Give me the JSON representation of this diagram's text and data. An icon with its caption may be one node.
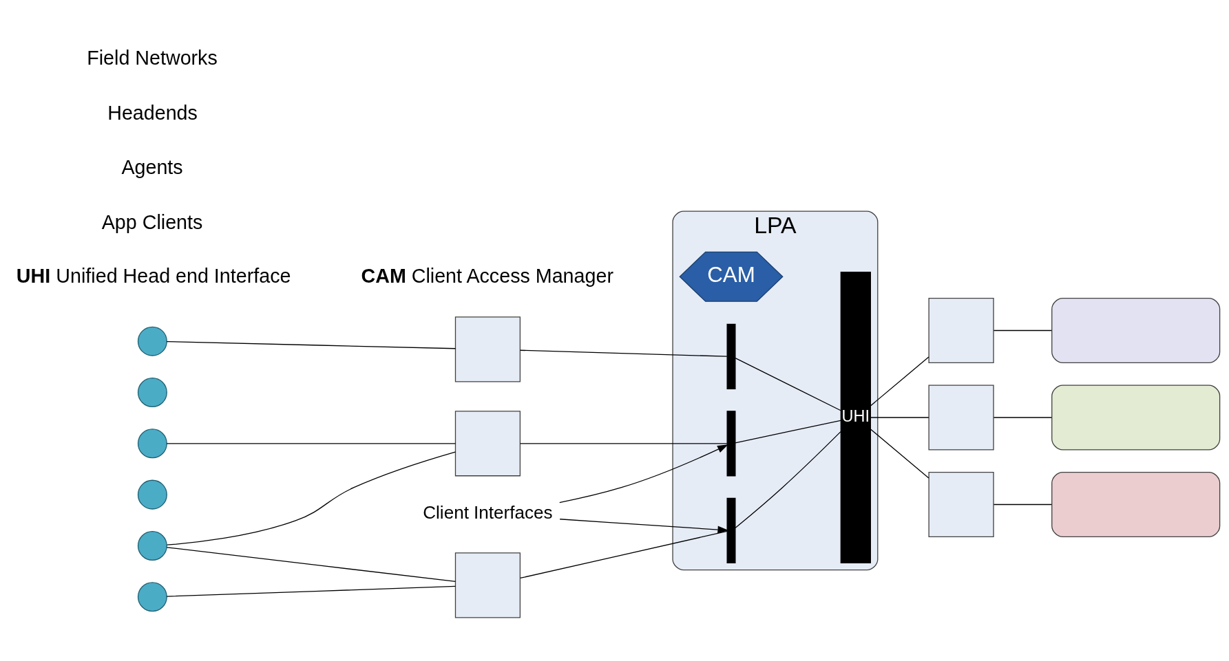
{
  "diagram": {
    "nodes": [
      {
        "text": [
          "LPA"
        ]
      },
      {
        "text": [
          "CAM"
        ],
        "in": 0
      },
      {
        "text": [],
        "shape": "bar",
        "in": 0
      },
      {
        "text": [],
        "shape": "bar",
        "in": 0
      },
      {
        "text": [],
        "shape": "bar",
        "in": 0
      },
      {
        "text": [
          "UHI"
        ],
        "in": 0
      },
      {
        "text": [],
        "shape": "circle"
      },
      {
        "text": [],
        "shape": "circle"
      },
      {
        "text": [],
        "shape": "circle"
      },
      {
        "text": [],
        "shape": "circle"
      },
      {
        "text": [],
        "shape": "circle"
      },
      {
        "text": [],
        "shape": "circle"
      },
      {
        "text": [],
        "shape": "box"
      },
      {
        "text": [],
        "shape": "box"
      },
      {
        "text": [],
        "shape": "box"
      },
      {
        "text": [],
        "shape": "box"
      },
      {
        "text": [],
        "shape": "box"
      },
      {
        "text": [],
        "shape": "box"
      },
      {
        "text": [],
        "shape": "box"
      },
      {
        "text": [],
        "shape": "box"
      },
      {
        "text": [],
        "shape": "box"
      },
      {
        "text": [
          "Client Interfaces"
        ]
      }
    ],
    "edges": [
      {
        "from": 6,
        "to": 12,
        "arrow": "none"
      },
      {
        "from": 8,
        "to": 13,
        "arrow": "none"
      },
      {
        "from": 10,
        "to": 13,
        "arrow": "none"
      },
      {
        "from": 10,
        "to": 14,
        "arrow": "none"
      },
      {
        "from": 11,
        "to": 14,
        "arrow": "none"
      },
      {
        "from": 12,
        "to": 2,
        "arrow": "none"
      },
      {
        "from": 13,
        "to": 3,
        "arrow": "none"
      },
      {
        "from": 14,
        "to": 4,
        "arrow": "none"
      },
      {
        "from": 2,
        "to": 5,
        "arrow": "none"
      },
      {
        "from": 3,
        "to": 5,
        "arrow": "none"
      },
      {
        "from": 4,
        "to": 5,
        "arrow": "none"
      },
      {
        "from": 21,
        "to": 3,
        "arrow": "to"
      },
      {
        "from": 21,
        "to": 4,
        "arrow": "to"
      },
      {
        "from": 5,
        "to": 15,
        "arrow": "none"
      },
      {
        "from": 5,
        "to": 16,
        "arrow": "none"
      },
      {
        "from": 5,
        "to": 17,
        "arrow": "none"
      },
      {
        "from": 15,
        "to": 18,
        "arrow": "none"
      },
      {
        "from": 16,
        "to": 19,
        "arrow": "none"
      },
      {
        "from": 17,
        "to": 20,
        "arrow": "none"
      }
    ],
    "labels": [
      "**UHI** Unified Head end Interface",
      "**CAM** Client Access Manager",
      "App Clients",
      "Agents",
      "Headends",
      "Field Networks"
    ]
  }
}
